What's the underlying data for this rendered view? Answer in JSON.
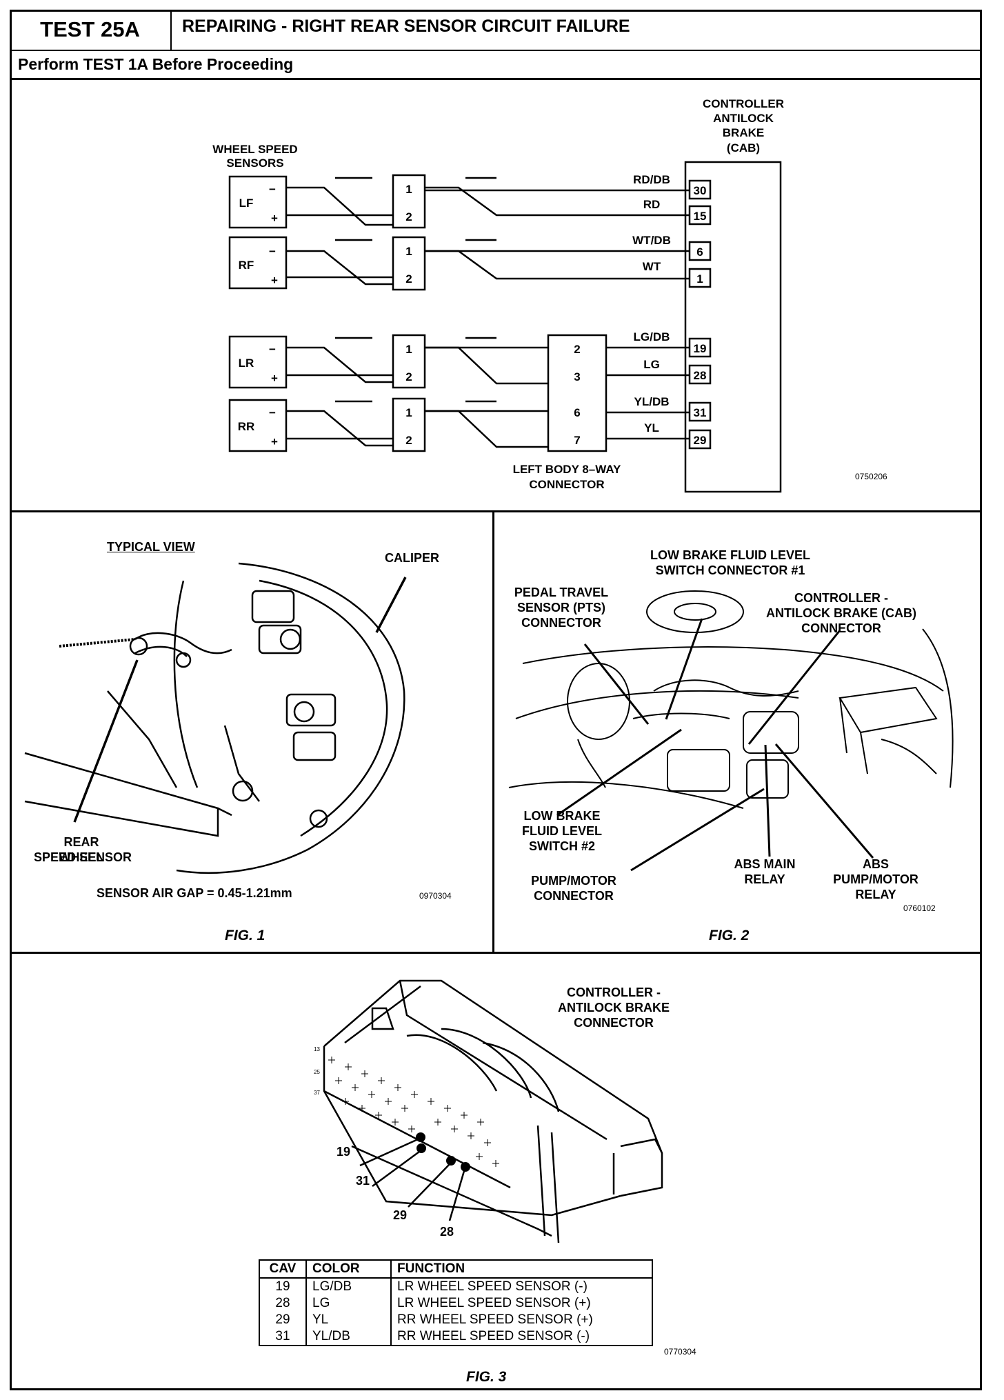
{
  "header": {
    "test_id": "TEST 25A",
    "title": "REPAIRING - RIGHT REAR SENSOR CIRCUIT FAILURE",
    "prerequisite": "Perform TEST 1A Before Proceeding"
  },
  "wiring": {
    "sensors_title_line1": "WHEEL SPEED",
    "sensors_title_line2": "SENSORS",
    "cab_title_line1": "CONTROLLER",
    "cab_title_line2": "ANTILOCK",
    "cab_title_line3": "BRAKE",
    "cab_title_line4": "(CAB)",
    "minus": "−",
    "plus": "+",
    "pin1": "1",
    "pin2": "2",
    "sensors": [
      {
        "name": "LF",
        "wires": [
          {
            "color": "RD/DB",
            "cab_pin": "30"
          },
          {
            "color": "RD",
            "cab_pin": "15"
          }
        ]
      },
      {
        "name": "RF",
        "wires": [
          {
            "color": "WT/DB",
            "cab_pin": "6"
          },
          {
            "color": "WT",
            "cab_pin": "1"
          }
        ]
      },
      {
        "name": "LR",
        "wires": [
          {
            "color": "LG/DB",
            "cab_pin": "19",
            "body_pin": "2"
          },
          {
            "color": "LG",
            "cab_pin": "28",
            "body_pin": "3"
          }
        ]
      },
      {
        "name": "RR",
        "wires": [
          {
            "color": "YL/DB",
            "cab_pin": "31",
            "body_pin": "6"
          },
          {
            "color": "YL",
            "cab_pin": "29",
            "body_pin": "7"
          }
        ]
      }
    ],
    "body_connector_line1": "LEFT BODY 8–WAY",
    "body_connector_line2": "CONNECTOR",
    "figure_code": "0750206"
  },
  "fig1": {
    "typical_view": "TYPICAL VIEW",
    "caliper": "CALIPER",
    "sensor_line1": "REAR WHEEL",
    "sensor_line2": "SPEED SENSOR",
    "air_gap": "SENSOR AIR GAP = 0.45-1.21mm",
    "code": "0970304",
    "caption": "FIG. 1"
  },
  "fig2": {
    "lbf1_line1": "LOW BRAKE FLUID LEVEL",
    "lbf1_line2": "SWITCH CONNECTOR #1",
    "pts_line1": "PEDAL TRAVEL",
    "pts_line2": "SENSOR (PTS)",
    "pts_line3": "CONNECTOR",
    "cab_line1": "CONTROLLER -",
    "cab_line2": "ANTILOCK BRAKE (CAB)",
    "cab_line3": "CONNECTOR",
    "lbf2_line1": "LOW BRAKE",
    "lbf2_line2": "FLUID LEVEL",
    "lbf2_line3": "SWITCH #2",
    "pump_line1": "PUMP/MOTOR",
    "pump_line2": "CONNECTOR",
    "main_relay_line1": "ABS MAIN",
    "main_relay_line2": "RELAY",
    "pump_relay_line1": "ABS",
    "pump_relay_line2": "PUMP/MOTOR",
    "pump_relay_line3": "RELAY",
    "code": "0760102",
    "caption": "FIG. 2"
  },
  "fig3": {
    "title_line1": "CONTROLLER -",
    "title_line2": "ANTILOCK BRAKE",
    "title_line3": "CONNECTOR",
    "cavity_labels": [
      "19",
      "31",
      "29",
      "28"
    ],
    "small_labels": [
      "13",
      "25",
      "37"
    ],
    "table": {
      "headers": [
        "CAV",
        "COLOR",
        "FUNCTION"
      ],
      "rows": [
        [
          "19",
          "LG/DB",
          "LR WHEEL SPEED SENSOR (-)"
        ],
        [
          "28",
          "LG",
          "LR WHEEL SPEED SENSOR (+)"
        ],
        [
          "29",
          "YL",
          "RR WHEEL SPEED SENSOR (+)"
        ],
        [
          "31",
          "YL/DB",
          "RR WHEEL SPEED SENSOR (-)"
        ]
      ]
    },
    "code": "0770304",
    "caption": "FIG. 3"
  }
}
